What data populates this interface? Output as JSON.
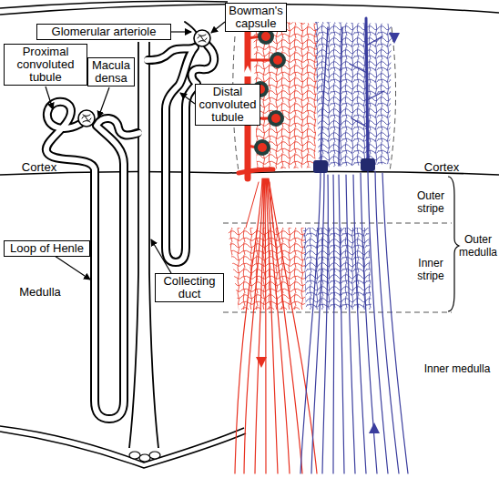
{
  "diagram": {
    "nodes": [
      {
        "text": [
          "Glomerular arteriole"
        ]
      },
      {
        "text": [
          "Bowman's capsule"
        ]
      },
      {
        "text": [
          "Proximal convoluted tubule"
        ]
      },
      {
        "text": [
          "Macula densa"
        ]
      },
      {
        "text": [
          "Distal convoluted tubule"
        ]
      },
      {
        "text": [
          "Loop of Henle"
        ]
      },
      {
        "text": [
          "Collecting duct"
        ]
      }
    ],
    "labels": [
      "Cortex",
      "Cortex",
      "Outer stripe",
      "Outer medulla",
      "Inner stripe",
      "Medulla",
      "Inner medulla"
    ]
  }
}
